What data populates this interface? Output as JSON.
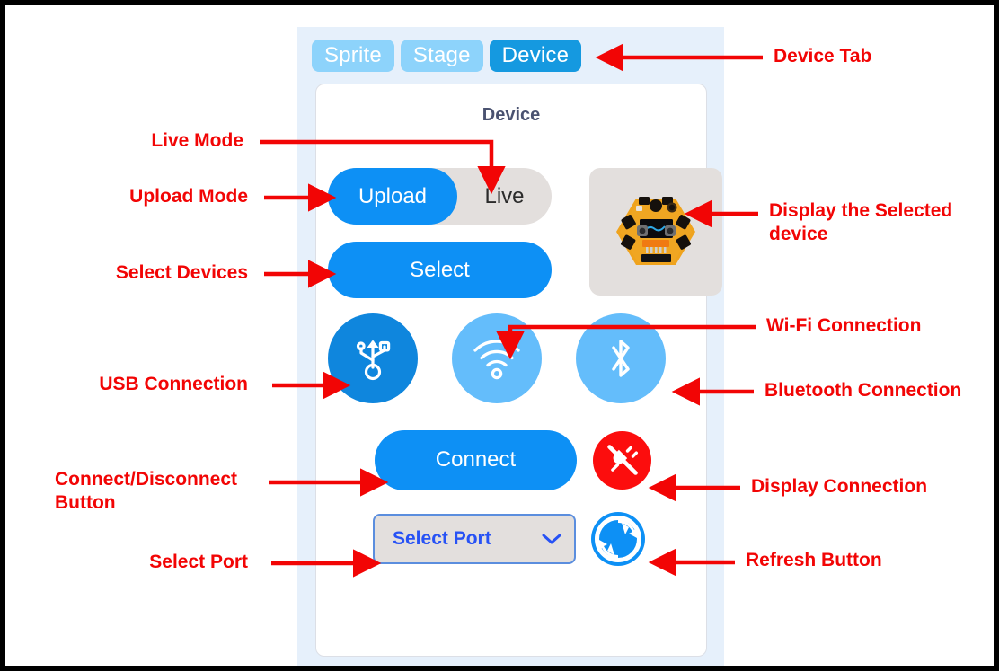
{
  "app": {
    "tabs": [
      {
        "label": "Sprite",
        "active": false
      },
      {
        "label": "Stage",
        "active": false
      },
      {
        "label": "Device",
        "active": true
      }
    ],
    "card": {
      "title": "Device",
      "mode_toggle": {
        "selected": "Upload",
        "upload_label": "Upload",
        "live_label": "Live"
      },
      "select_button": "Select",
      "device_thumbnail": "hexagonal-orange-board-icon",
      "connections": [
        {
          "name": "usb-connection",
          "icon": "usb-icon",
          "selected": true
        },
        {
          "name": "wifi-connection",
          "icon": "wifi-icon",
          "selected": false
        },
        {
          "name": "bluetooth-connection",
          "icon": "bluetooth-icon",
          "selected": false
        }
      ],
      "connect_button": "Connect",
      "connection_status": {
        "icon": "plug-disconnected-icon",
        "state": "disconnected"
      },
      "port_select": {
        "value": "Select Port",
        "chevron": "chevron-down-icon"
      },
      "refresh_button": "refresh-icon"
    }
  },
  "annotations": [
    {
      "id": "device-tab",
      "text": "Device Tab"
    },
    {
      "id": "live-mode",
      "text": "Live Mode"
    },
    {
      "id": "upload-mode",
      "text": "Upload Mode"
    },
    {
      "id": "select-devices",
      "text": "Select Devices"
    },
    {
      "id": "display-selected",
      "text": "Display the Selected\ndevice"
    },
    {
      "id": "wifi-connection",
      "text": "Wi-Fi Connection"
    },
    {
      "id": "usb-connection",
      "text": "USB Connection"
    },
    {
      "id": "bluetooth",
      "text": "Bluetooth Connection"
    },
    {
      "id": "connect-disconnect",
      "text": "Connect/Disconnect\nButton"
    },
    {
      "id": "display-connection",
      "text": "Display Connection"
    },
    {
      "id": "select-port",
      "text": "Select Port"
    },
    {
      "id": "refresh-button",
      "text": "Refresh Button"
    }
  ],
  "colors": {
    "accent_blue": "#0d90f5",
    "tab_active": "#1599e0",
    "tab_inactive": "#8dd3fb",
    "conn_light": "#64bdfb",
    "conn_selected": "#0f86dd",
    "status_red": "#fc0d0d",
    "annotation_red": "#f20505",
    "panel_bg": "#e6f0fb",
    "toggle_track": "#e3dfdd",
    "port_text": "#2752f5"
  }
}
